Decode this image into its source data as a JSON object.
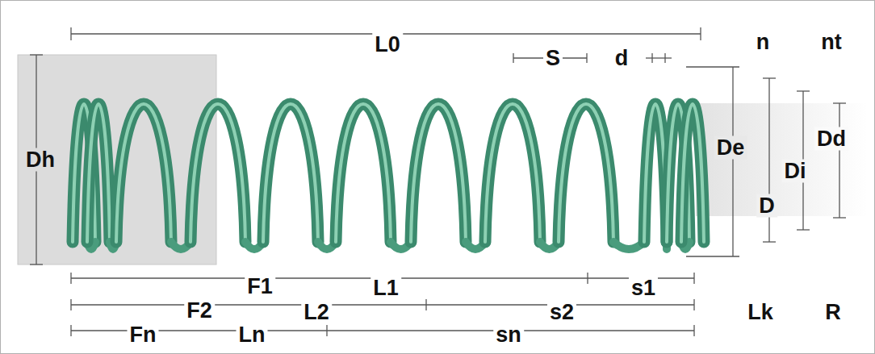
{
  "diagram": {
    "labels": [
      "L0",
      "S",
      "d",
      "n",
      "nt",
      "Dh",
      "De",
      "Di",
      "Dd",
      "D",
      "F1",
      "L1",
      "s1",
      "F2",
      "L2",
      "s2",
      "Lk",
      "R",
      "Fn",
      "Ln",
      "sn"
    ]
  }
}
